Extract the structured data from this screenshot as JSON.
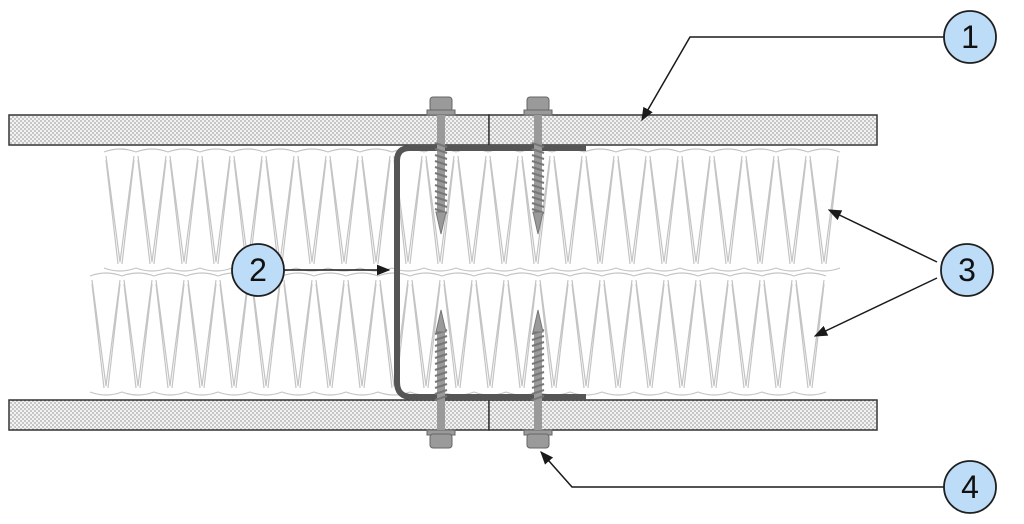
{
  "diagram": {
    "callouts": [
      {
        "id": "callout-1",
        "label": "1"
      },
      {
        "id": "callout-2",
        "label": "2"
      },
      {
        "id": "callout-3",
        "label": "3"
      },
      {
        "id": "callout-4",
        "label": "4"
      }
    ]
  },
  "colors": {
    "board_fill": "#f3f3f3",
    "board_dots": "#555555",
    "outline": "#333333",
    "insulation_stroke": "#c4c4c4",
    "channel": "#555555",
    "screw": "#9a9a9a",
    "callout_fill": "#bcdcf7",
    "callout_stroke": "#1f1f1f",
    "leader": "#1a1a1a"
  }
}
